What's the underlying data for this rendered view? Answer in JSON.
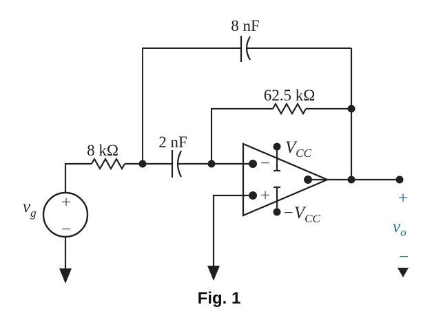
{
  "colors": {
    "ink": "#231f20",
    "accent": "#1C6E97",
    "gray": "#4b4d52"
  },
  "caption": "Fig. 1",
  "components": {
    "feedback_capacitor": "8 nF",
    "feedback_resistor": "62.5 kΩ",
    "input_resistor": "8 kΩ",
    "input_capacitor": "2 nF"
  },
  "opamp": {
    "inverting_sign": "−",
    "noninverting_sign": "+",
    "vcc": {
      "main": "V",
      "sub": "CC"
    },
    "neg_vcc": {
      "prefix": "−",
      "main": "V",
      "sub": "CC"
    }
  },
  "source": {
    "label": {
      "main": "v",
      "sub": "g"
    },
    "plus": "+",
    "minus": "−"
  },
  "output": {
    "plus": "+",
    "label": {
      "main": "v",
      "sub": "o"
    },
    "minus": "−"
  }
}
